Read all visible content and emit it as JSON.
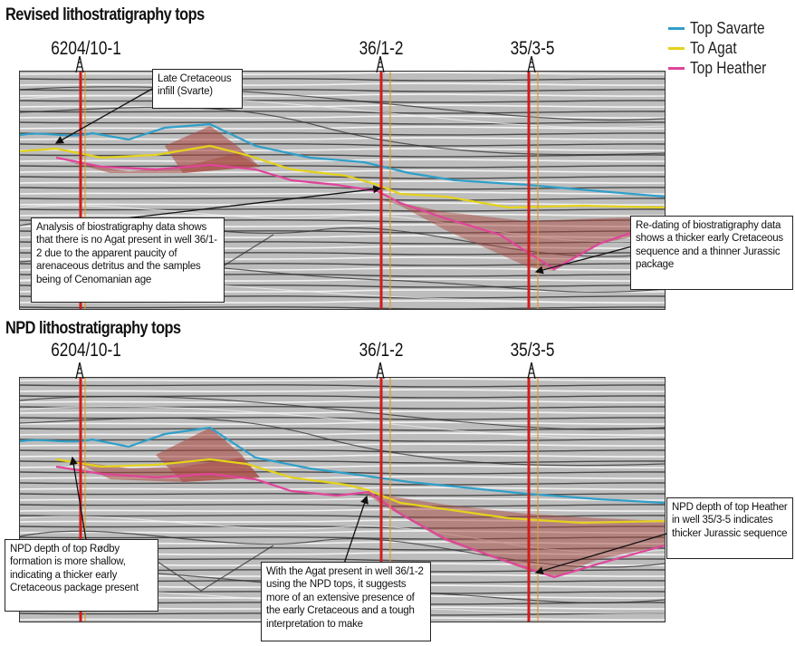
{
  "panels": {
    "revised_title": "Revised lithostratigraphy tops",
    "npd_title": "NPD lithostratigraphy tops"
  },
  "wells": [
    "6204/10-1",
    "36/1-2",
    "35/3-5"
  ],
  "legend": [
    {
      "label": "Top Savarte",
      "color": "#2f9fc9"
    },
    {
      "label": "To Agat",
      "color": "#e4d21c"
    },
    {
      "label": "Top Heather",
      "color": "#e0449a"
    }
  ],
  "annotations": {
    "late_cretaceous": "Late Cretaceous infill (Svarte)",
    "biostrat": "Analysis of biostratigraphy data shows that there is no Agat present in well 36/1-2 due to the apparent paucity of arenaceous detritus and the samples being of Cenomanian age",
    "redating": "Re-dating of biostratigraphy data shows a thicker early Cretaceous sequence and a thinner Jurassic package",
    "npd_rodby": "NPD depth of top Rødby formation is more shallow, indicating a thicker early Cretaceous package present",
    "agat_npd": "With the Agat present in well 36/1-2 using the NPD tops, it suggests more of an extensive presence of the early Cretaceous and a tough interpretation to make",
    "npd_heather": "NPD depth of top Heather in well 35/3-5 indicates thicker Jurassic sequence"
  },
  "colors": {
    "savarte": "#2f9fc9",
    "agat": "#e4d21c",
    "heather": "#e0449a",
    "fill": "#a84a42",
    "well": "#d21c1c",
    "well_alt": "#e39a2a"
  }
}
